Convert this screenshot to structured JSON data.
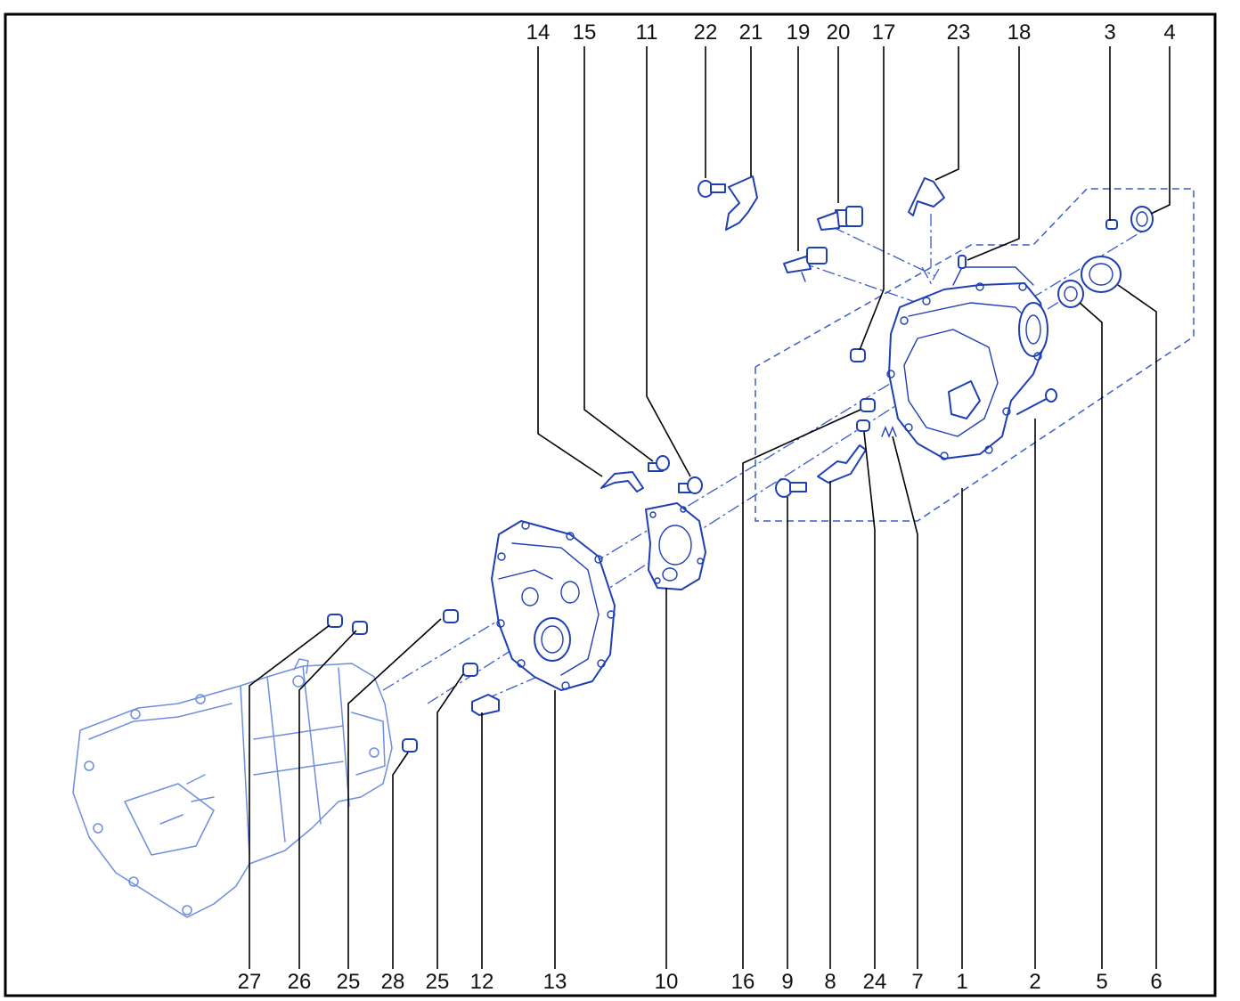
{
  "diagram": {
    "callouts_top": [
      "14",
      "15",
      "11",
      "22",
      "21",
      "19",
      "20",
      "17",
      "23",
      "18",
      "3",
      "4"
    ],
    "callouts_bottom": [
      "27",
      "26",
      "25",
      "28",
      "25",
      "12",
      "13",
      "10",
      "16",
      "9",
      "8",
      "24",
      "7",
      "1",
      "2",
      "5",
      "6"
    ]
  },
  "colors": {
    "line_art": "#1f3fb5",
    "leader_lines": "#000000",
    "frame": "#000000"
  }
}
